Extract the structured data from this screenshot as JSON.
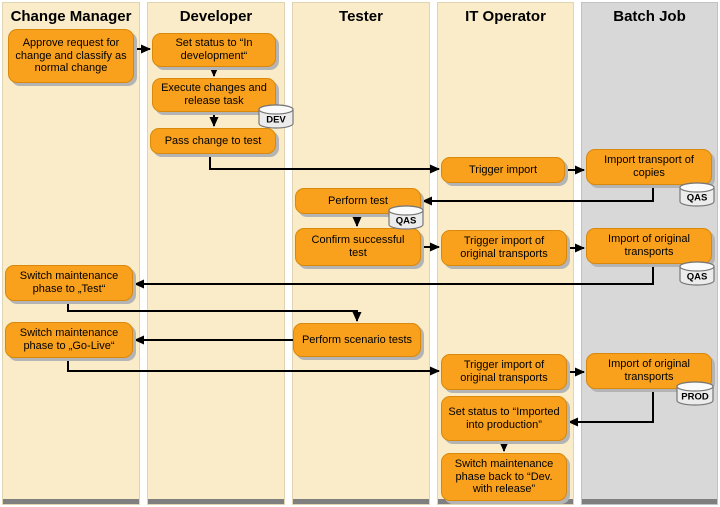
{
  "diagram": {
    "title": "Change and transport process swimlane flow",
    "colors": {
      "node_fill": "#F9A11C",
      "node_border": "#D8880B",
      "lane_cream": "#FAECC8",
      "lane_gray": "#D8D8D8",
      "lane_footer": "#7F7F7F",
      "arrow": "#000000"
    },
    "lanes": [
      {
        "id": "change-manager",
        "label": "Change Manager"
      },
      {
        "id": "developer",
        "label": "Developer"
      },
      {
        "id": "tester",
        "label": "Tester"
      },
      {
        "id": "it-operator",
        "label": "IT Operator"
      },
      {
        "id": "batch-job",
        "label": "Batch Job"
      }
    ],
    "boxes": [
      {
        "id": "approve",
        "lane": "change-manager",
        "label": "Approve request for change and classify as normal change"
      },
      {
        "id": "status-dev",
        "lane": "developer",
        "label": "Set status to “In development“"
      },
      {
        "id": "execute",
        "lane": "developer",
        "label": "Execute changes and release task"
      },
      {
        "id": "pass",
        "lane": "developer",
        "label": "Pass change to test"
      },
      {
        "id": "trigger-import",
        "lane": "it-operator",
        "label": "Trigger import"
      },
      {
        "id": "import-copies",
        "lane": "batch-job",
        "label": "Import transport of copies"
      },
      {
        "id": "perform-test",
        "lane": "tester",
        "label": "Perform test"
      },
      {
        "id": "confirm-test",
        "lane": "tester",
        "label": "Confirm successful test"
      },
      {
        "id": "trigger-orig-1",
        "lane": "it-operator",
        "label": "Trigger import of original transports"
      },
      {
        "id": "import-orig-1",
        "lane": "batch-job",
        "label": "Import of original transports"
      },
      {
        "id": "switch-test",
        "lane": "change-manager",
        "label": "Switch maintenance phase to „Test“"
      },
      {
        "id": "switch-golive",
        "lane": "change-manager",
        "label": "Switch maintenance phase to „Go-Live“"
      },
      {
        "id": "scenario",
        "lane": "tester",
        "label": "Perform scenario tests"
      },
      {
        "id": "trigger-orig-2",
        "lane": "it-operator",
        "label": "Trigger import of original transports"
      },
      {
        "id": "import-orig-2",
        "lane": "batch-job",
        "label": "Import of original transports"
      },
      {
        "id": "status-prod",
        "lane": "it-operator",
        "label": "Set status to “Imported into production”"
      },
      {
        "id": "switch-back",
        "lane": "it-operator",
        "label": "Switch maintenance phase back to “Dev. with release”"
      }
    ],
    "cylinders": [
      {
        "id": "dev",
        "label": "DEV",
        "attached_to": "execute"
      },
      {
        "id": "qas-1",
        "label": "QAS",
        "attached_to": "import-copies"
      },
      {
        "id": "qas-2",
        "label": "QAS",
        "attached_to": "perform-test"
      },
      {
        "id": "qas-3",
        "label": "QAS",
        "attached_to": "import-orig-1"
      },
      {
        "id": "prod",
        "label": "PROD",
        "attached_to": "import-orig-2"
      }
    ],
    "edges": [
      {
        "from": "approve",
        "to": "status-dev"
      },
      {
        "from": "status-dev",
        "to": "execute"
      },
      {
        "from": "execute",
        "to": "pass"
      },
      {
        "from": "pass",
        "to": "trigger-import"
      },
      {
        "from": "trigger-import",
        "to": "import-copies"
      },
      {
        "from": "import-copies",
        "to": "perform-test"
      },
      {
        "from": "perform-test",
        "to": "confirm-test"
      },
      {
        "from": "confirm-test",
        "to": "trigger-orig-1"
      },
      {
        "from": "trigger-orig-1",
        "to": "import-orig-1"
      },
      {
        "from": "import-orig-1",
        "to": "switch-test"
      },
      {
        "from": "switch-test",
        "to": "scenario"
      },
      {
        "from": "scenario",
        "to": "switch-golive"
      },
      {
        "from": "switch-golive",
        "to": "trigger-orig-2"
      },
      {
        "from": "trigger-orig-2",
        "to": "import-orig-2"
      },
      {
        "from": "import-orig-2",
        "to": "status-prod"
      },
      {
        "from": "status-prod",
        "to": "switch-back"
      }
    ]
  }
}
